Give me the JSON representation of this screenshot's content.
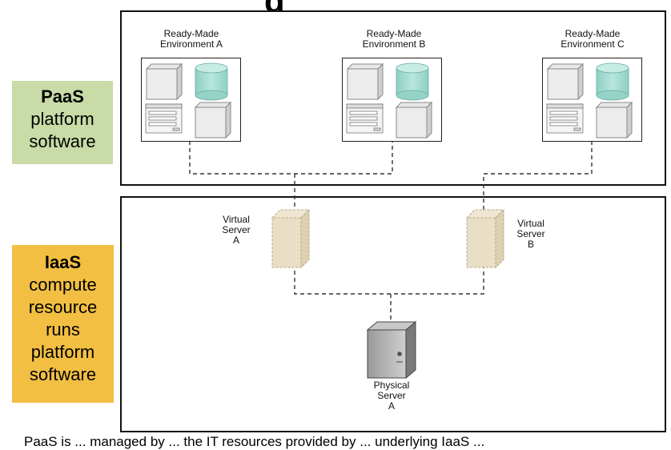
{
  "title_fragment": "g",
  "paas": {
    "name": "PaaS",
    "lines": [
      "platform",
      "software"
    ]
  },
  "iaas": {
    "name": "IaaS",
    "lines": [
      "compute",
      "resource",
      "runs",
      "platform",
      "software"
    ]
  },
  "environments": [
    {
      "title": "Ready-Made\nEnvironment A"
    },
    {
      "title": "Ready-Made\nEnvironment B"
    },
    {
      "title": "Ready-Made\nEnvironment C"
    }
  ],
  "virtual_servers": [
    {
      "label": "Virtual\nServer\nA"
    },
    {
      "label": "Virtual\nServer\nB"
    }
  ],
  "physical_server": {
    "label": "Physical\nServer\nA"
  },
  "footer_fragment": "PaaS is ... managed by ... the IT resources provided by ... underlying IaaS ...",
  "colors": {
    "paas_bg": "#c9dba6",
    "iaas_bg": "#f2bf43",
    "database": "#a6ddd2",
    "virtual_server": "#e9dfc6"
  }
}
